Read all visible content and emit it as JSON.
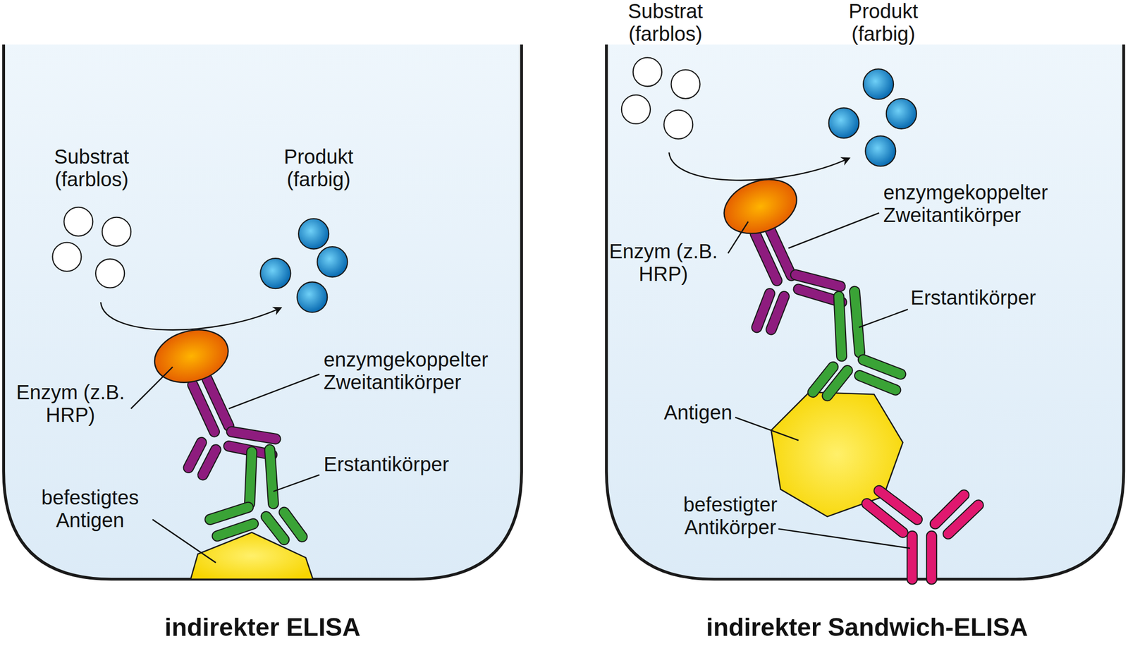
{
  "diagram": {
    "labels": [
      "Substrat (farblos)",
      "Produkt (farbig)",
      "Enzym (z.B. HRP)",
      "enzymgekoppelter Zweitantikörper",
      "Erstantikörper",
      "befestigtes Antigen",
      "indirekter ELISA",
      "Substrat (farblos)",
      "Produkt (farbig)",
      "enzymgekoppelter Zweitantikörper",
      "Enzym (z.B. HRP)",
      "Erstantikörper",
      "Antigen",
      "befestigter Antikörper",
      "indirekter Sandwich-ELISA"
    ]
  }
}
